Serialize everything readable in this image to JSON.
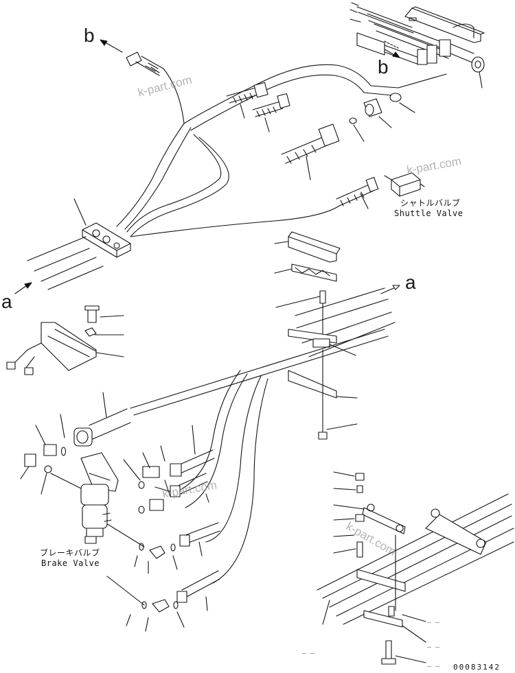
{
  "callouts": {
    "a_top_right": "a",
    "a_bottom_left": "a",
    "b_top_left": "b",
    "b_top_right": "b"
  },
  "labels": {
    "shuttle_valve_jp": "シャトルバルブ",
    "shuttle_valve_en": "Shuttle Valve",
    "brake_valve_jp": "ブレーキバルブ",
    "brake_valve_en": "Brake Valve"
  },
  "watermarks": [
    "k-part.com",
    "k-part.com",
    "k-part.com",
    "k-part.com"
  ],
  "part_number_marks": [
    "_ _",
    "_ _",
    "_ _",
    "_ _"
  ],
  "drawing_code": "00083142",
  "colors": {
    "line": "#111111",
    "watermark": "#9a9a9a"
  }
}
